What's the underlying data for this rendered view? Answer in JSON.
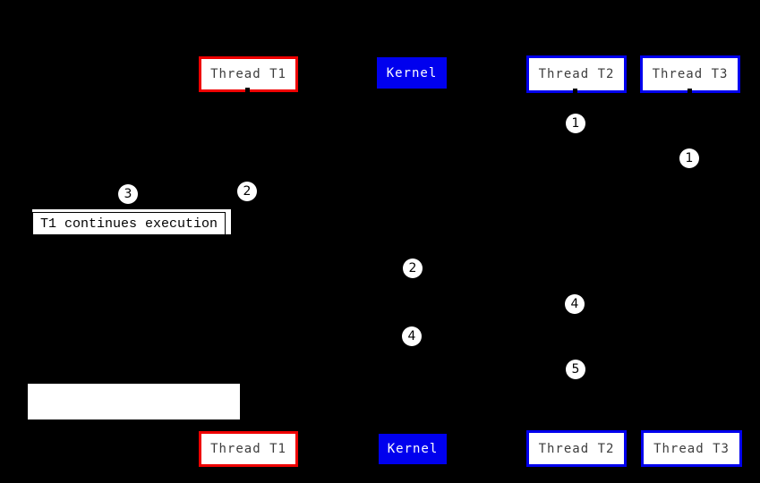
{
  "diagram": {
    "type": "thread-scheduling-sequence-diagram",
    "background_color": "#000000",
    "colors": {
      "t1_border": "#ee0000",
      "kernel_fill": "#0000ee",
      "t2_t3_border": "#0000ee",
      "box_fill": "#ffffff",
      "box_text": "#3d3d3d",
      "kernel_text": "#ffffff",
      "marker_fill": "#ffffff",
      "marker_text": "#000000"
    }
  },
  "columns": {
    "t1": {
      "label": "Thread T1"
    },
    "kernel": {
      "label": "Kernel"
    },
    "t2": {
      "label": "Thread T2"
    },
    "t3": {
      "label": "Thread T3"
    }
  },
  "markers": [
    {
      "id": "step1-on-t2",
      "num": "1"
    },
    {
      "id": "step1-on-t3",
      "num": "1"
    },
    {
      "id": "step3-on-t1",
      "num": "3"
    },
    {
      "id": "step2-on-t1",
      "num": "2"
    },
    {
      "id": "step2-on-kernel",
      "num": "2"
    },
    {
      "id": "step4-on-t2",
      "num": "4"
    },
    {
      "id": "step4-on-kernel",
      "num": "4"
    },
    {
      "id": "step5-on-t2",
      "num": "5"
    }
  ],
  "annotations": {
    "t1_continues": "T1 continues execution"
  }
}
